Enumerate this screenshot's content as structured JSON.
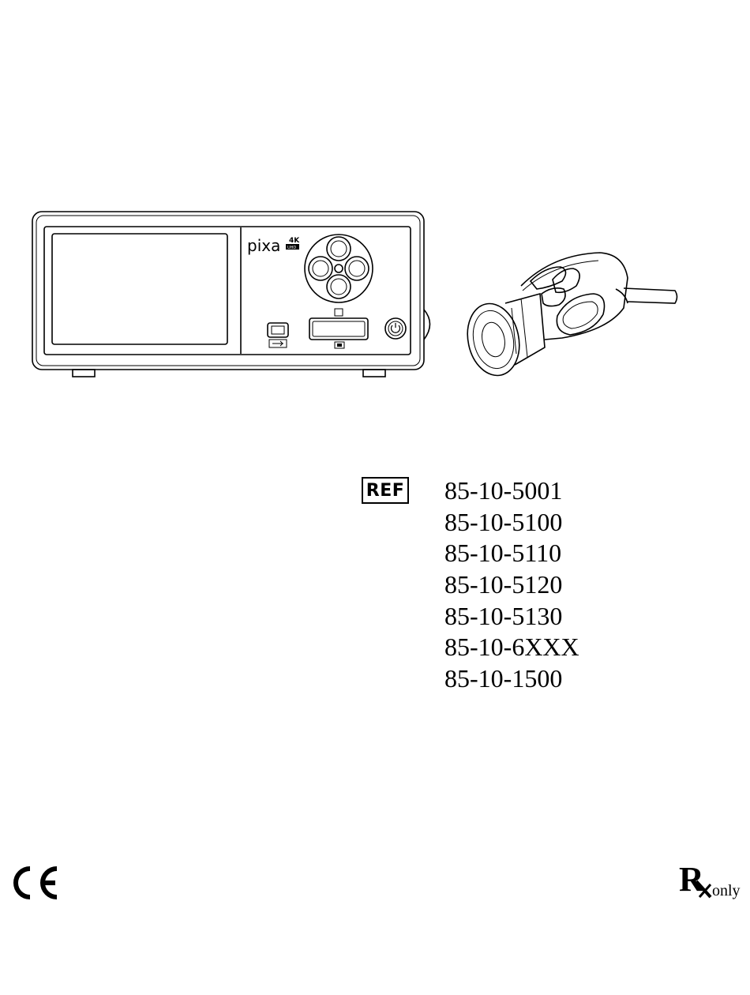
{
  "device": {
    "brand": "pixa",
    "resolution_badge": "4K",
    "resolution_badge_sub": "UHD"
  },
  "reference": {
    "symbol_label": "REF",
    "numbers": [
      "85-10-5001",
      "85-10-5100",
      "85-10-5110",
      "85-10-5120",
      "85-10-5130",
      "85-10-6XXX",
      "85-10-1500"
    ]
  },
  "marks": {
    "ce": "CE",
    "rx_glyph": "R",
    "rx_only": "only"
  }
}
